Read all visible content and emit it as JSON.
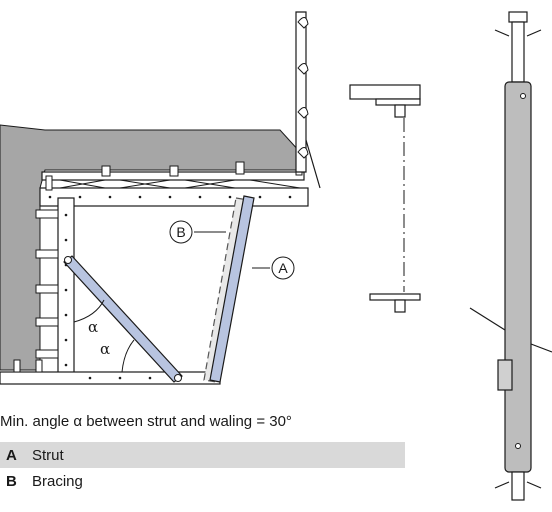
{
  "caption": "Min. angle α between strut and waling = 30°",
  "callouts": {
    "a": "A",
    "b": "B"
  },
  "angle_symbol": "α",
  "legend": [
    {
      "key": "A",
      "label": "Strut"
    },
    {
      "key": "B",
      "label": "Bracing"
    }
  ],
  "colors": {
    "wall": "#a6a6a6",
    "strut": "#b8c4e0",
    "frame": "#ffffff",
    "outline": "#1a1a1a",
    "legend_shade": "#d9d9d9",
    "prop_body": "#bdbdbd"
  }
}
